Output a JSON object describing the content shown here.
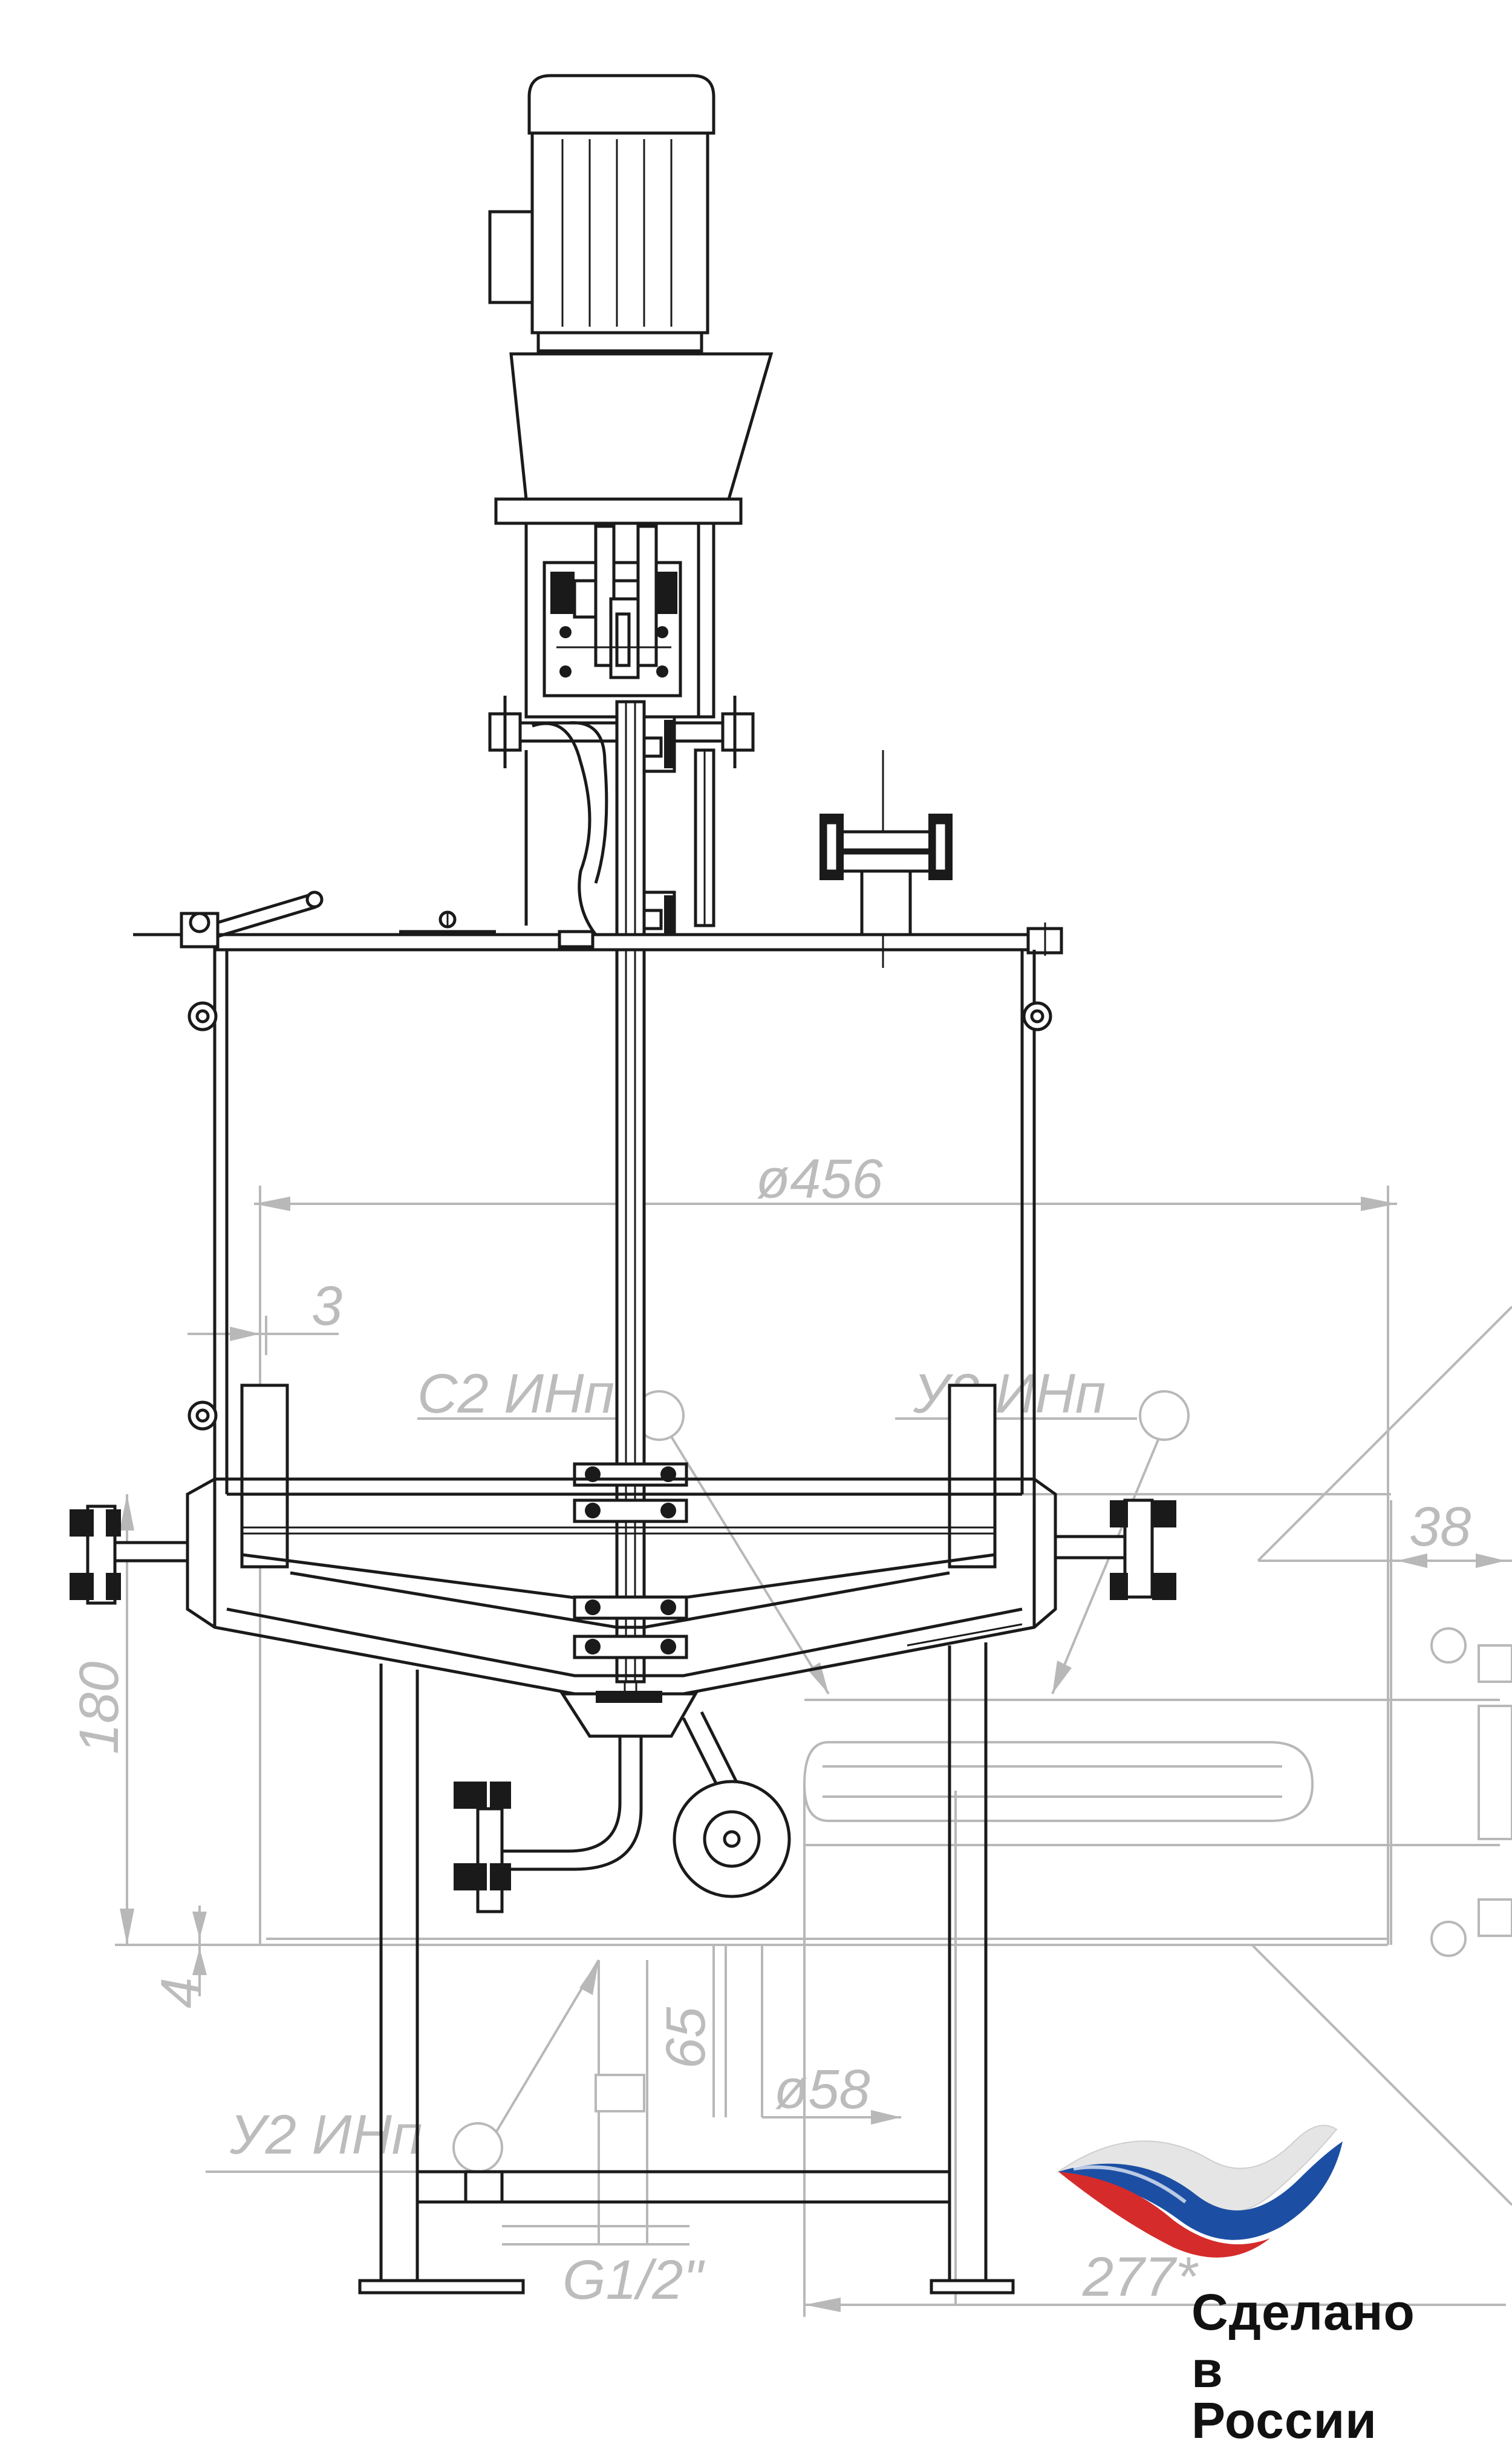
{
  "dimensions": {
    "diameter": "ø456",
    "wall": "3",
    "height": "180",
    "gap": "4",
    "outlet_height": "65",
    "outlet_diameter": "ø58",
    "thread": "G1/2\"",
    "overall_width": "277*",
    "right_offset": "38"
  },
  "labels": {
    "weld_c2": "С2  ИНп",
    "weld_u2_top": "У2  ИНп",
    "weld_u2_bottom": "У2  ИНп"
  },
  "brand": {
    "line1": "Сделано",
    "line2": "в России",
    "colors": [
      "#ffffff",
      "#1c4fa3",
      "#d52b2b"
    ]
  }
}
